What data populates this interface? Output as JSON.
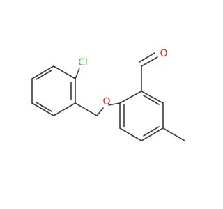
{
  "molecule": {
    "atoms": {
      "chlorine": "Cl",
      "ether_oxygen": "O",
      "carbonyl_oxygen": "O"
    },
    "colors": {
      "bond": "#3a3a3a",
      "chlorine": "#3cb043",
      "oxygen": "#e8231f"
    }
  }
}
